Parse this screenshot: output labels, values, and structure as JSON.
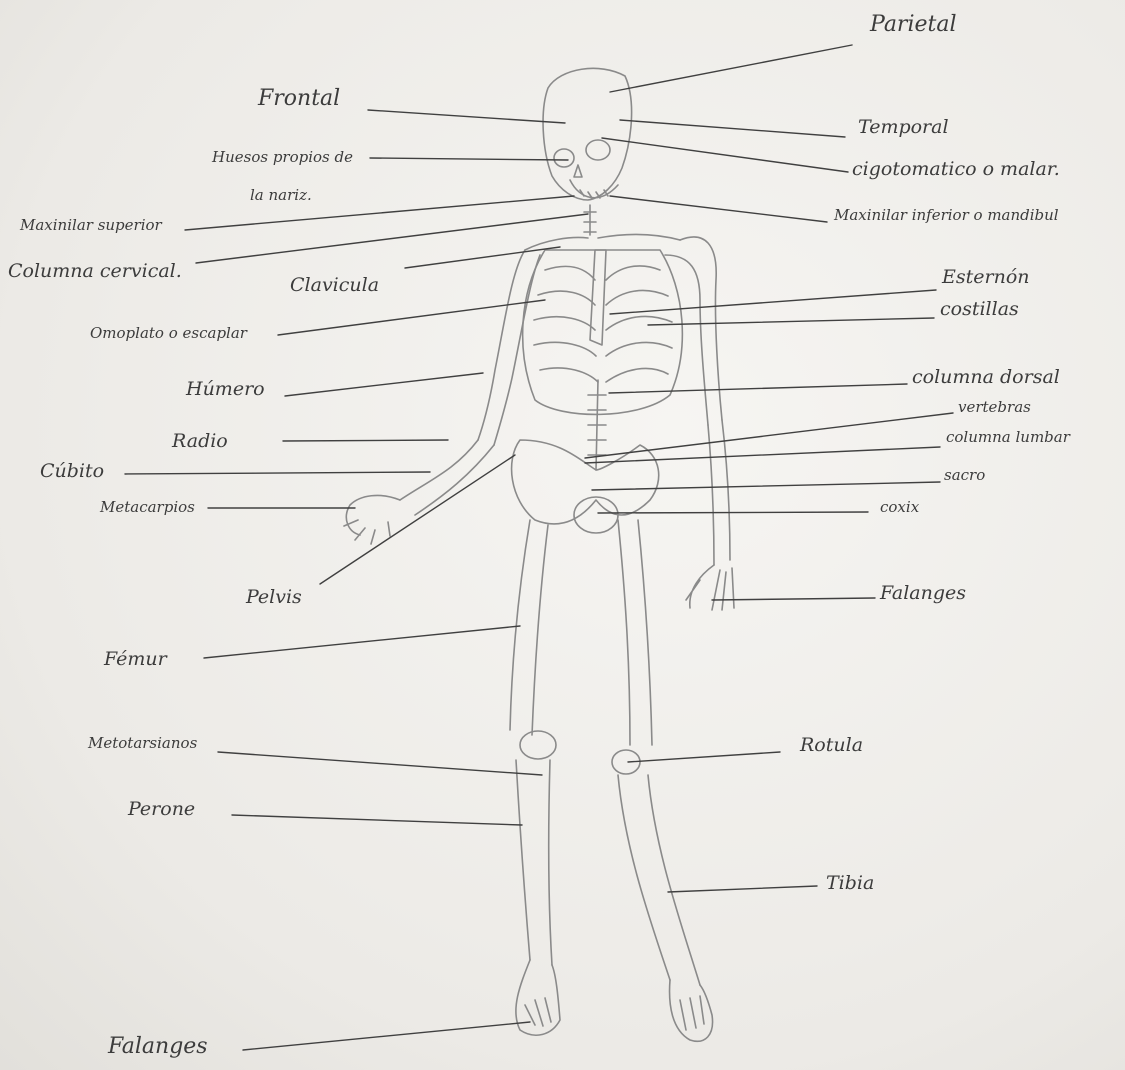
{
  "labels": {
    "parietal": "Parietal",
    "frontal": "Frontal",
    "temporal": "Temporal",
    "nasal_line1": "Huesos propios de",
    "nasal_line2": "la nariz.",
    "cigomatico": "cigotomatico o malar.",
    "maxilar_superior": "Maxinilar superior",
    "maxilar_inferior": "Maxinilar inferior o mandibul",
    "columna_cervical": "Columna cervical.",
    "clavicula": "Clavicula",
    "esternon": "Esternón",
    "costillas": "costillas",
    "omoplato": "Omoplato o escaplar",
    "humero": "Húmero",
    "columna_dorsal": "columna dorsal",
    "vertebras": "vertebras",
    "radio": "Radio",
    "columna_lumbar": "columna lumbar",
    "cubito": "Cúbito",
    "sacro": "sacro",
    "metacarpios": "Metacarpios",
    "coxis": "coxix",
    "pelvis": "Pelvis",
    "falanges_mano": "Falanges",
    "femur": "Fémur",
    "rotula": "Rotula",
    "perone": "Perone",
    "tibia": "Tibia",
    "metatarsianos": "Metotarsianos",
    "falanges_pie": "Falanges"
  },
  "colors": {
    "paper": "#efeeec",
    "ink": "#3c3c3c",
    "pencil": "#8a8a8a"
  }
}
